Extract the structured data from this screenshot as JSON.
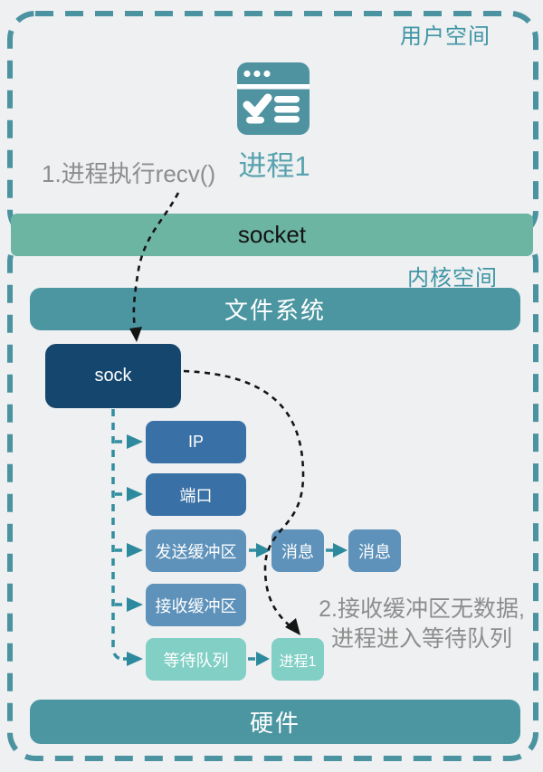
{
  "colors": {
    "background": "#eef0f1",
    "boundary_teal": "#4b93a0",
    "layer_bar_teal": "#4b96a1",
    "socket_bar_green": "#6db5a3",
    "sock_box_navy": "#15466e",
    "attr_dark_blue": "#3970a5",
    "attr_blue": "#5e92ba",
    "attr_mint": "#81cfc5",
    "icon_teal": "#4f93a0",
    "process_label_teal": "#58a2ae",
    "annotation_gray": "#8d8d8d",
    "connector_teal": "#318da0",
    "arrow_black": "#151515"
  },
  "regions": {
    "user_space": "用户空间",
    "kernel_space": "内核空间"
  },
  "process": {
    "icon": "app-window-icon",
    "label": "进程1"
  },
  "annotations": {
    "step1": "1.进程执行recv()",
    "step2_line1": "2.接收缓冲区无数据,",
    "step2_line2": "进程进入等待队列"
  },
  "layers": {
    "socket": "socket",
    "file_system": "文件系统",
    "hardware": "硬件"
  },
  "sock": {
    "label": "sock",
    "attributes": [
      {
        "label": "IP",
        "variant": "dark-blue"
      },
      {
        "label": "端口",
        "variant": "dark-blue"
      },
      {
        "label": "发送缓冲区",
        "variant": "blue"
      },
      {
        "label": "接收缓冲区",
        "variant": "blue"
      },
      {
        "label": "等待队列",
        "variant": "mint"
      }
    ]
  },
  "send_buffer": {
    "messages": [
      {
        "label": "消息"
      },
      {
        "label": "消息"
      }
    ]
  },
  "wait_queue": {
    "items": [
      {
        "label": "进程1"
      }
    ]
  }
}
